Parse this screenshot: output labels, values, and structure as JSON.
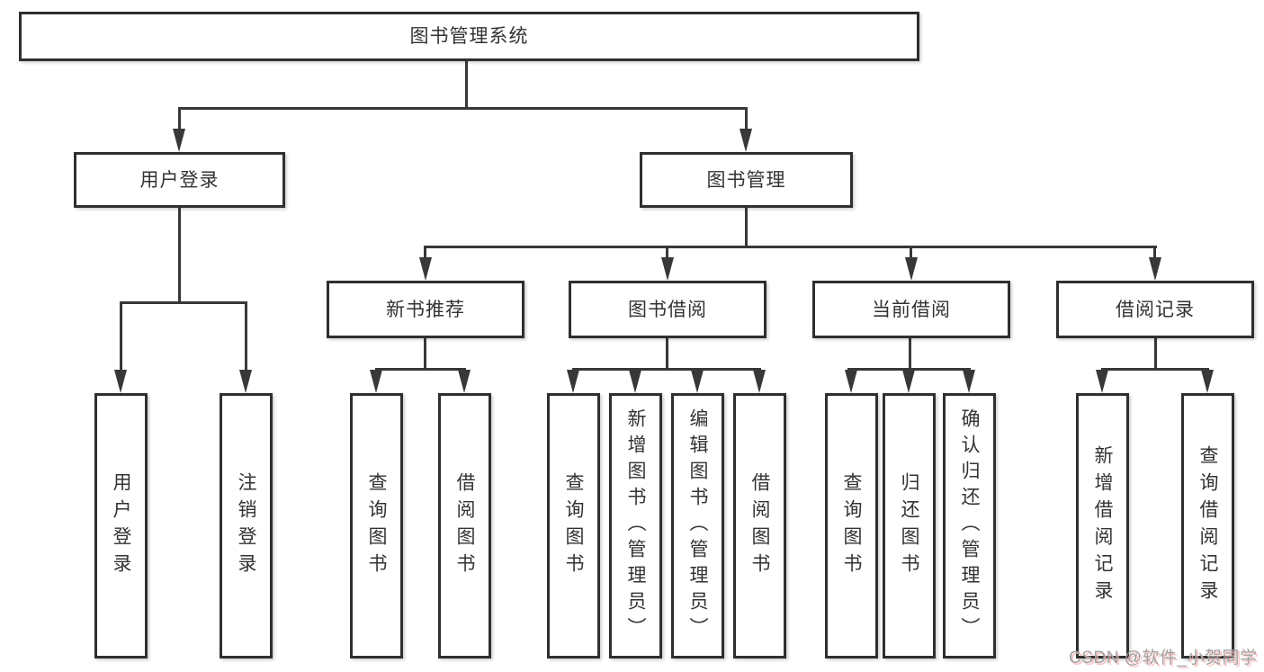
{
  "tree": {
    "root": "图书管理系统",
    "children": [
      {
        "label": "用户登录",
        "children": [
          "用户登录",
          "注销登录"
        ]
      },
      {
        "label": "图书管理",
        "children": [
          {
            "label": "新书推荐",
            "children": [
              "查询图书",
              "借阅图书"
            ]
          },
          {
            "label": "图书借阅",
            "children": [
              "查询图书",
              "新增图书（管理员）",
              "编辑图书（管理员）",
              "借阅图书"
            ]
          },
          {
            "label": "当前借阅",
            "children": [
              "查询图书",
              "归还图书",
              "确认归还（管理员）"
            ]
          },
          {
            "label": "借阅记录",
            "children": [
              "新增借阅记录",
              "查询借阅记录"
            ]
          }
        ]
      }
    ]
  },
  "watermark": {
    "text": "CSDN @软件_小贺同学"
  },
  "colors": {
    "line": "#383838",
    "box_border": "#2f2f2f",
    "text": "#333333",
    "background": "#ffffff",
    "watermark_text": "#a2a2a2",
    "watermark_shadow": "#f8b0b0"
  }
}
